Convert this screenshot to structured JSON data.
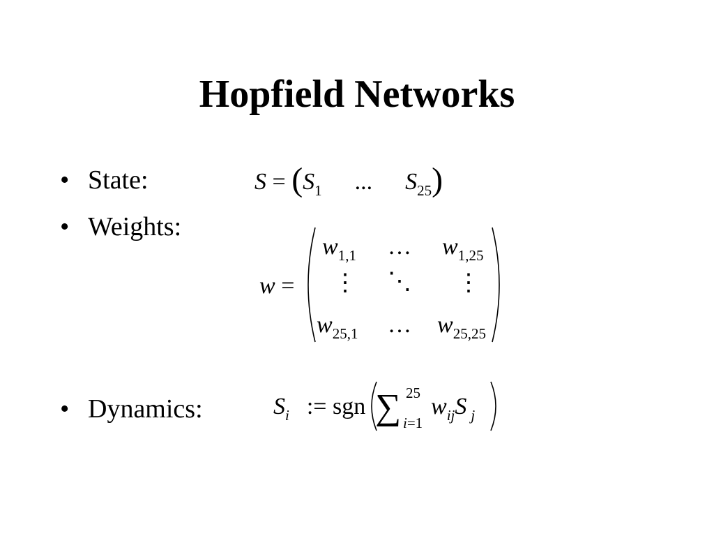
{
  "slide": {
    "title": "Hopfield Networks",
    "bullet": "•",
    "items": [
      {
        "label": "State:"
      },
      {
        "label": "Weights:"
      },
      {
        "label": "Dynamics:"
      }
    ]
  },
  "state_eq": {
    "lhs": "S",
    "eq": "=",
    "open": "(",
    "s1": "S",
    "s1_sub": "1",
    "ellipsis": "...",
    "s25": "S",
    "s25_sub": "25",
    "close": ")"
  },
  "weights_eq": {
    "lhs": "w",
    "eq": "=",
    "w": "w",
    "sub_11": "1,1",
    "sub_1_25": "1,25",
    "sub_25_1": "25,1",
    "sub_25_25": "25,25",
    "hdots": "…",
    "vdots": "⋮",
    "ddots": "⋱"
  },
  "dynamics_eq": {
    "lhs": "S",
    "lhs_sub": "i",
    "assign": ":=",
    "fn": "sgn",
    "sum": "∑",
    "sum_upper": "25",
    "sum_lower_var": "i",
    "sum_lower_eq": "=1",
    "w": "w",
    "w_sub": "ij",
    "s": "S",
    "s_sub": "j"
  }
}
